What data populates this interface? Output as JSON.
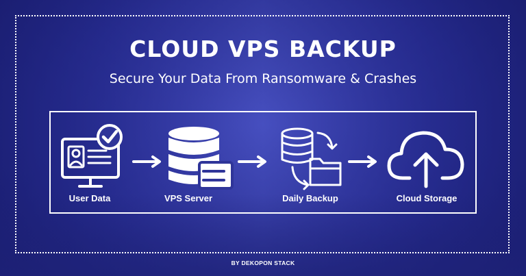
{
  "header": {
    "title": "CLOUD VPS BACKUP",
    "subtitle": "Secure Your Data From Ransomware & Crashes"
  },
  "flow": {
    "steps": [
      {
        "label": "User Data",
        "icon": "monitor-user-check-icon"
      },
      {
        "label": "VPS Server",
        "icon": "database-server-icon"
      },
      {
        "label": "Daily Backup",
        "icon": "database-folder-sync-icon"
      },
      {
        "label": "Cloud Storage",
        "icon": "cloud-upload-icon"
      }
    ],
    "connector_icon": "arrow-right-icon"
  },
  "footer": {
    "credit": "BY DEKOPON STACK"
  },
  "colors": {
    "background": "#2a2f8f",
    "foreground": "#ffffff"
  }
}
